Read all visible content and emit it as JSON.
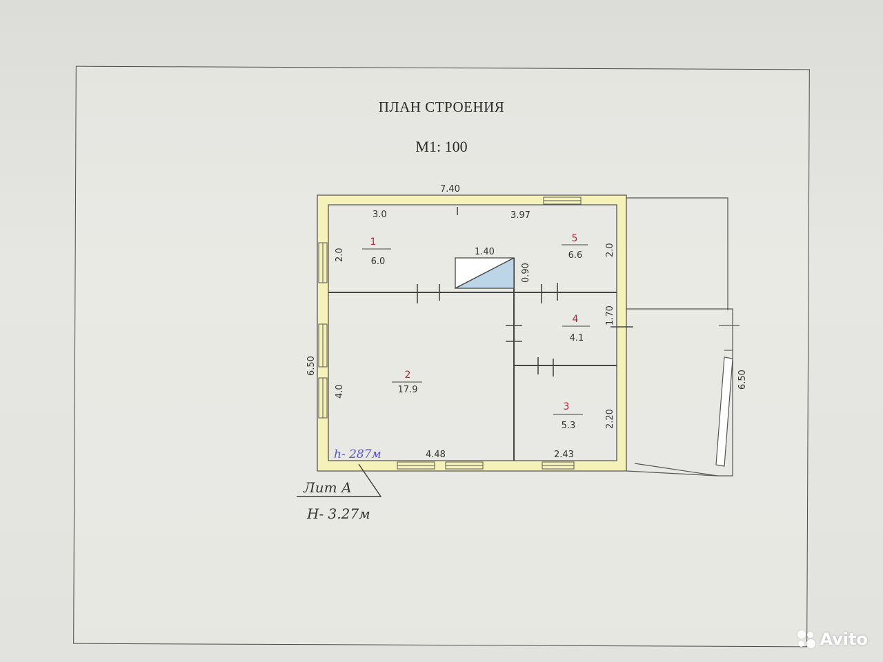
{
  "header": {
    "title": "ПЛАН СТРОЕНИЯ",
    "scale": "М1: 100"
  },
  "dimensions": {
    "top_total": "7.40",
    "top_left": "3.0",
    "top_right": "3.97",
    "stair": "1.40",
    "stair_v": "0.90",
    "left_small": "2.0",
    "left_total": "6.50",
    "left_room2": "4.0",
    "right_room5": "2.0",
    "right_room4": "1.70",
    "right_room3": "2.20",
    "bottom_left": "4.48",
    "bottom_right": "2.43",
    "annex": "6.50"
  },
  "rooms": [
    {
      "number": "1",
      "area": "6.0"
    },
    {
      "number": "2",
      "area": "17.9"
    },
    {
      "number": "3",
      "area": "5.3"
    },
    {
      "number": "4",
      "area": "4.1"
    },
    {
      "number": "5",
      "area": "6.6"
    }
  ],
  "annotations": {
    "inner_height": "h- 287м",
    "liter": "Лит А",
    "outer_height": "Н- 3.27м"
  },
  "watermark": "Avito",
  "colors": {
    "wall_fill": "#f4f2b8",
    "room_number": "#b02a3a",
    "handwriting_blue": "#5a55c8",
    "stair_fill": "#bcd6e8"
  }
}
